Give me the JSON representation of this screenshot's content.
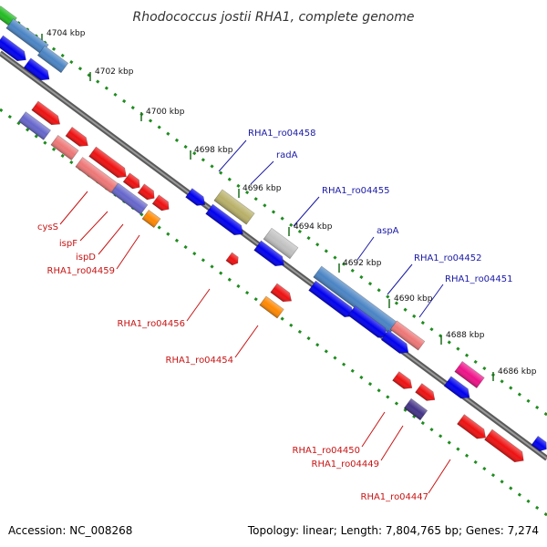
{
  "title": "Rhodococcus jostii RHA1, complete genome",
  "footer": {
    "accession": "Accession: NC_008268",
    "summary": "Topology: linear; Length: 7,804,765 bp; Genes: 7,274"
  },
  "colors": {
    "backbone": "#808080",
    "ruler_dots": "#1e8c1e",
    "label_forward": "#1a1aa6",
    "label_reverse": "#c81414"
  },
  "kbp_labels": [
    "4704 kbp",
    "4702 kbp",
    "4700 kbp",
    "4698 kbp",
    "4696 kbp",
    "4694 kbp",
    "4692 kbp",
    "4690 kbp",
    "4688 kbp",
    "4686 kbp"
  ],
  "gene_labels_forward": [
    "RHA1_ro04458",
    "radA",
    "RHA1_ro04455",
    "aspA",
    "RHA1_ro04452",
    "RHA1_ro04451"
  ],
  "gene_labels_reverse": [
    "cysS",
    "ispF",
    "ispD",
    "RHA1_ro04459",
    "RHA1_ro04456",
    "RHA1_ro04454",
    "RHA1_ro04450",
    "RHA1_ro04449",
    "RHA1_ro04447"
  ]
}
